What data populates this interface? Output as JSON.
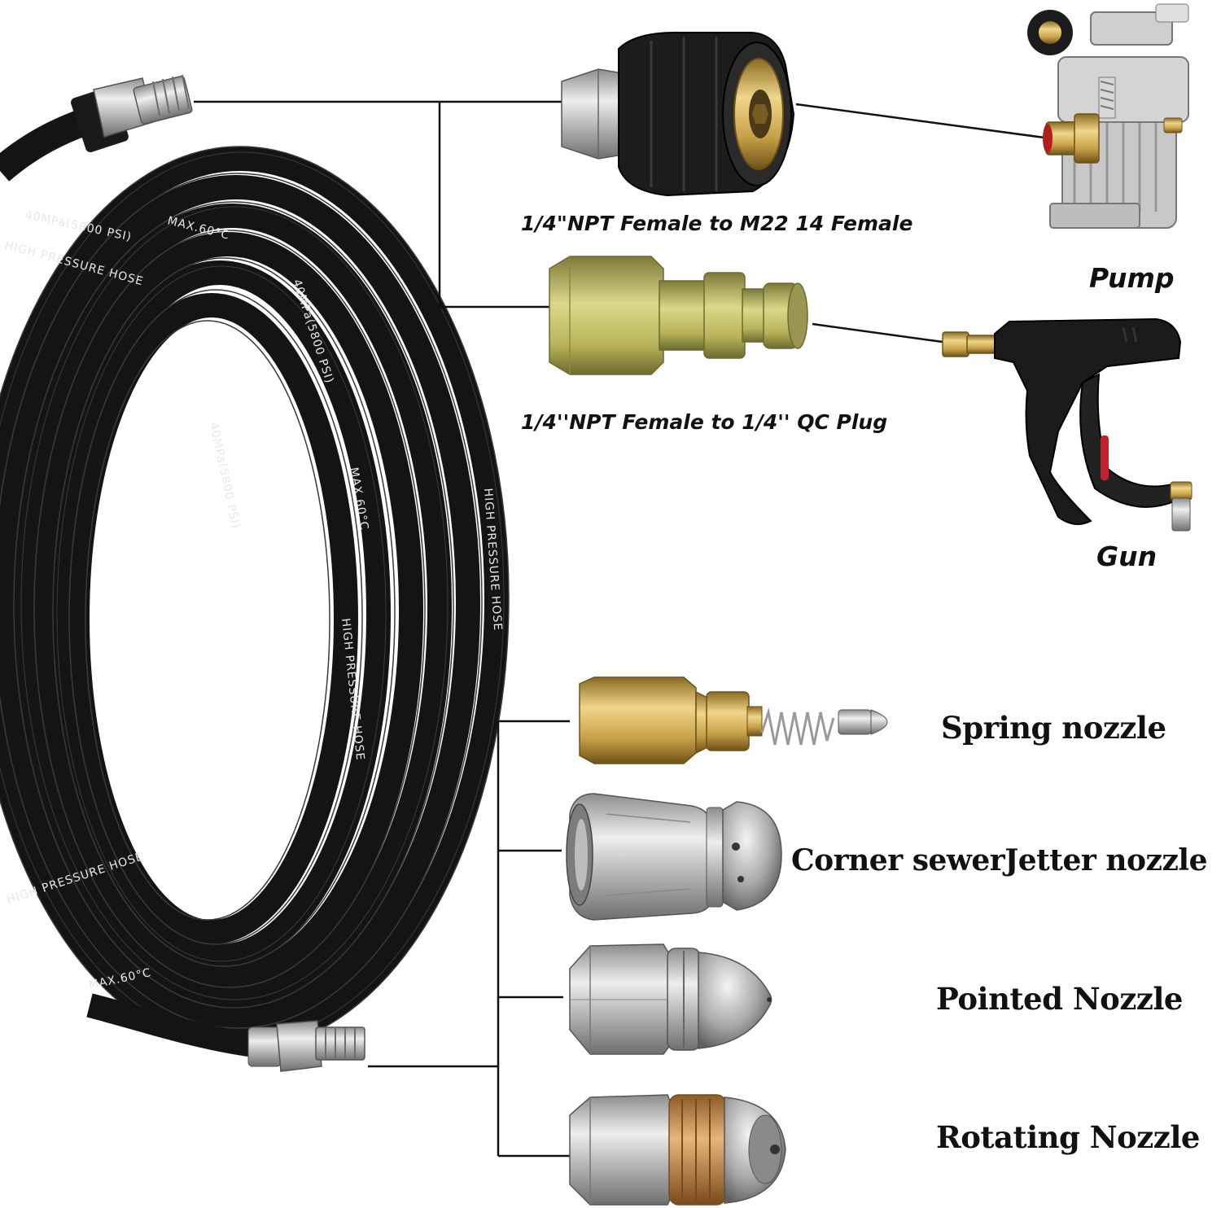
{
  "labels": {
    "adapter_m22": "1/4\"NPT Female to M22 14 Female",
    "adapter_qc": "1/4''NPT Female to 1/4'' QC Plug",
    "pump": "Pump",
    "gun": "Gun",
    "spring_nozzle": "Spring nozzle",
    "corner_nozzle": "Corner sewerJetter nozzle",
    "pointed_nozzle": "Pointed Nozzle",
    "rotating_nozzle": "Rotating Nozzle"
  },
  "hose_print": {
    "rating": "40MPa(5800 PSI)",
    "temp": "MAX.60°C",
    "type": "HIGH PRESSURE HOSE"
  },
  "colors": {
    "hose": "#141414",
    "brass": "#c9a24a",
    "steel": "#b9b9b9",
    "zinc_yellow": "#b8b35a",
    "line": "#111111"
  },
  "icons": [
    "hose-coil",
    "male-fitting",
    "m22-coupler",
    "qc-plug",
    "pump",
    "spray-gun",
    "spring-nozzle",
    "corner-nozzle",
    "pointed-nozzle",
    "rotating-nozzle"
  ]
}
